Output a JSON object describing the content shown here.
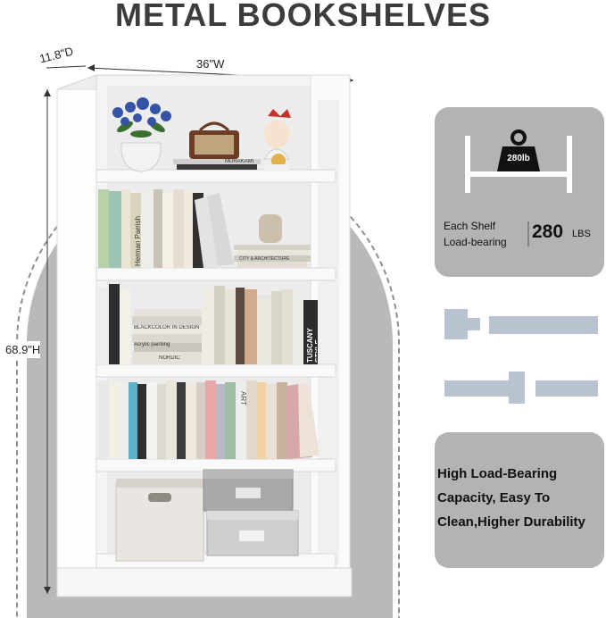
{
  "title": "METAL BOOKSHELVES",
  "dimensions": {
    "depth": "11.8\"D",
    "width": "36\"W",
    "height": "68.9\"H"
  },
  "load_card": {
    "weight_badge": "280lb",
    "label_line1": "Each Shelf",
    "label_line2": "Load-bearing",
    "value": "280",
    "unit": "LBS"
  },
  "feature_card": {
    "line1": "High Load-Bearing",
    "line2": "Capacity, Easy To",
    "line3": "Clean,Higher Durability"
  },
  "book_spines": {
    "s1": "Herman Parrish",
    "s2": "BLACKCOLOR IN DESIGN",
    "s3": "Acrylic painting",
    "s4": "NORDIC",
    "s5": "TUSCANY STYLE",
    "s6": "ART",
    "s7": "CITY & ARCHITECTURE",
    "s8": "MURAKAMI"
  },
  "colors": {
    "arch": "#b9b9b9",
    "card": "#b3b3b3",
    "shelf": "#f7f7f7",
    "connector": "#b9c3cf"
  }
}
